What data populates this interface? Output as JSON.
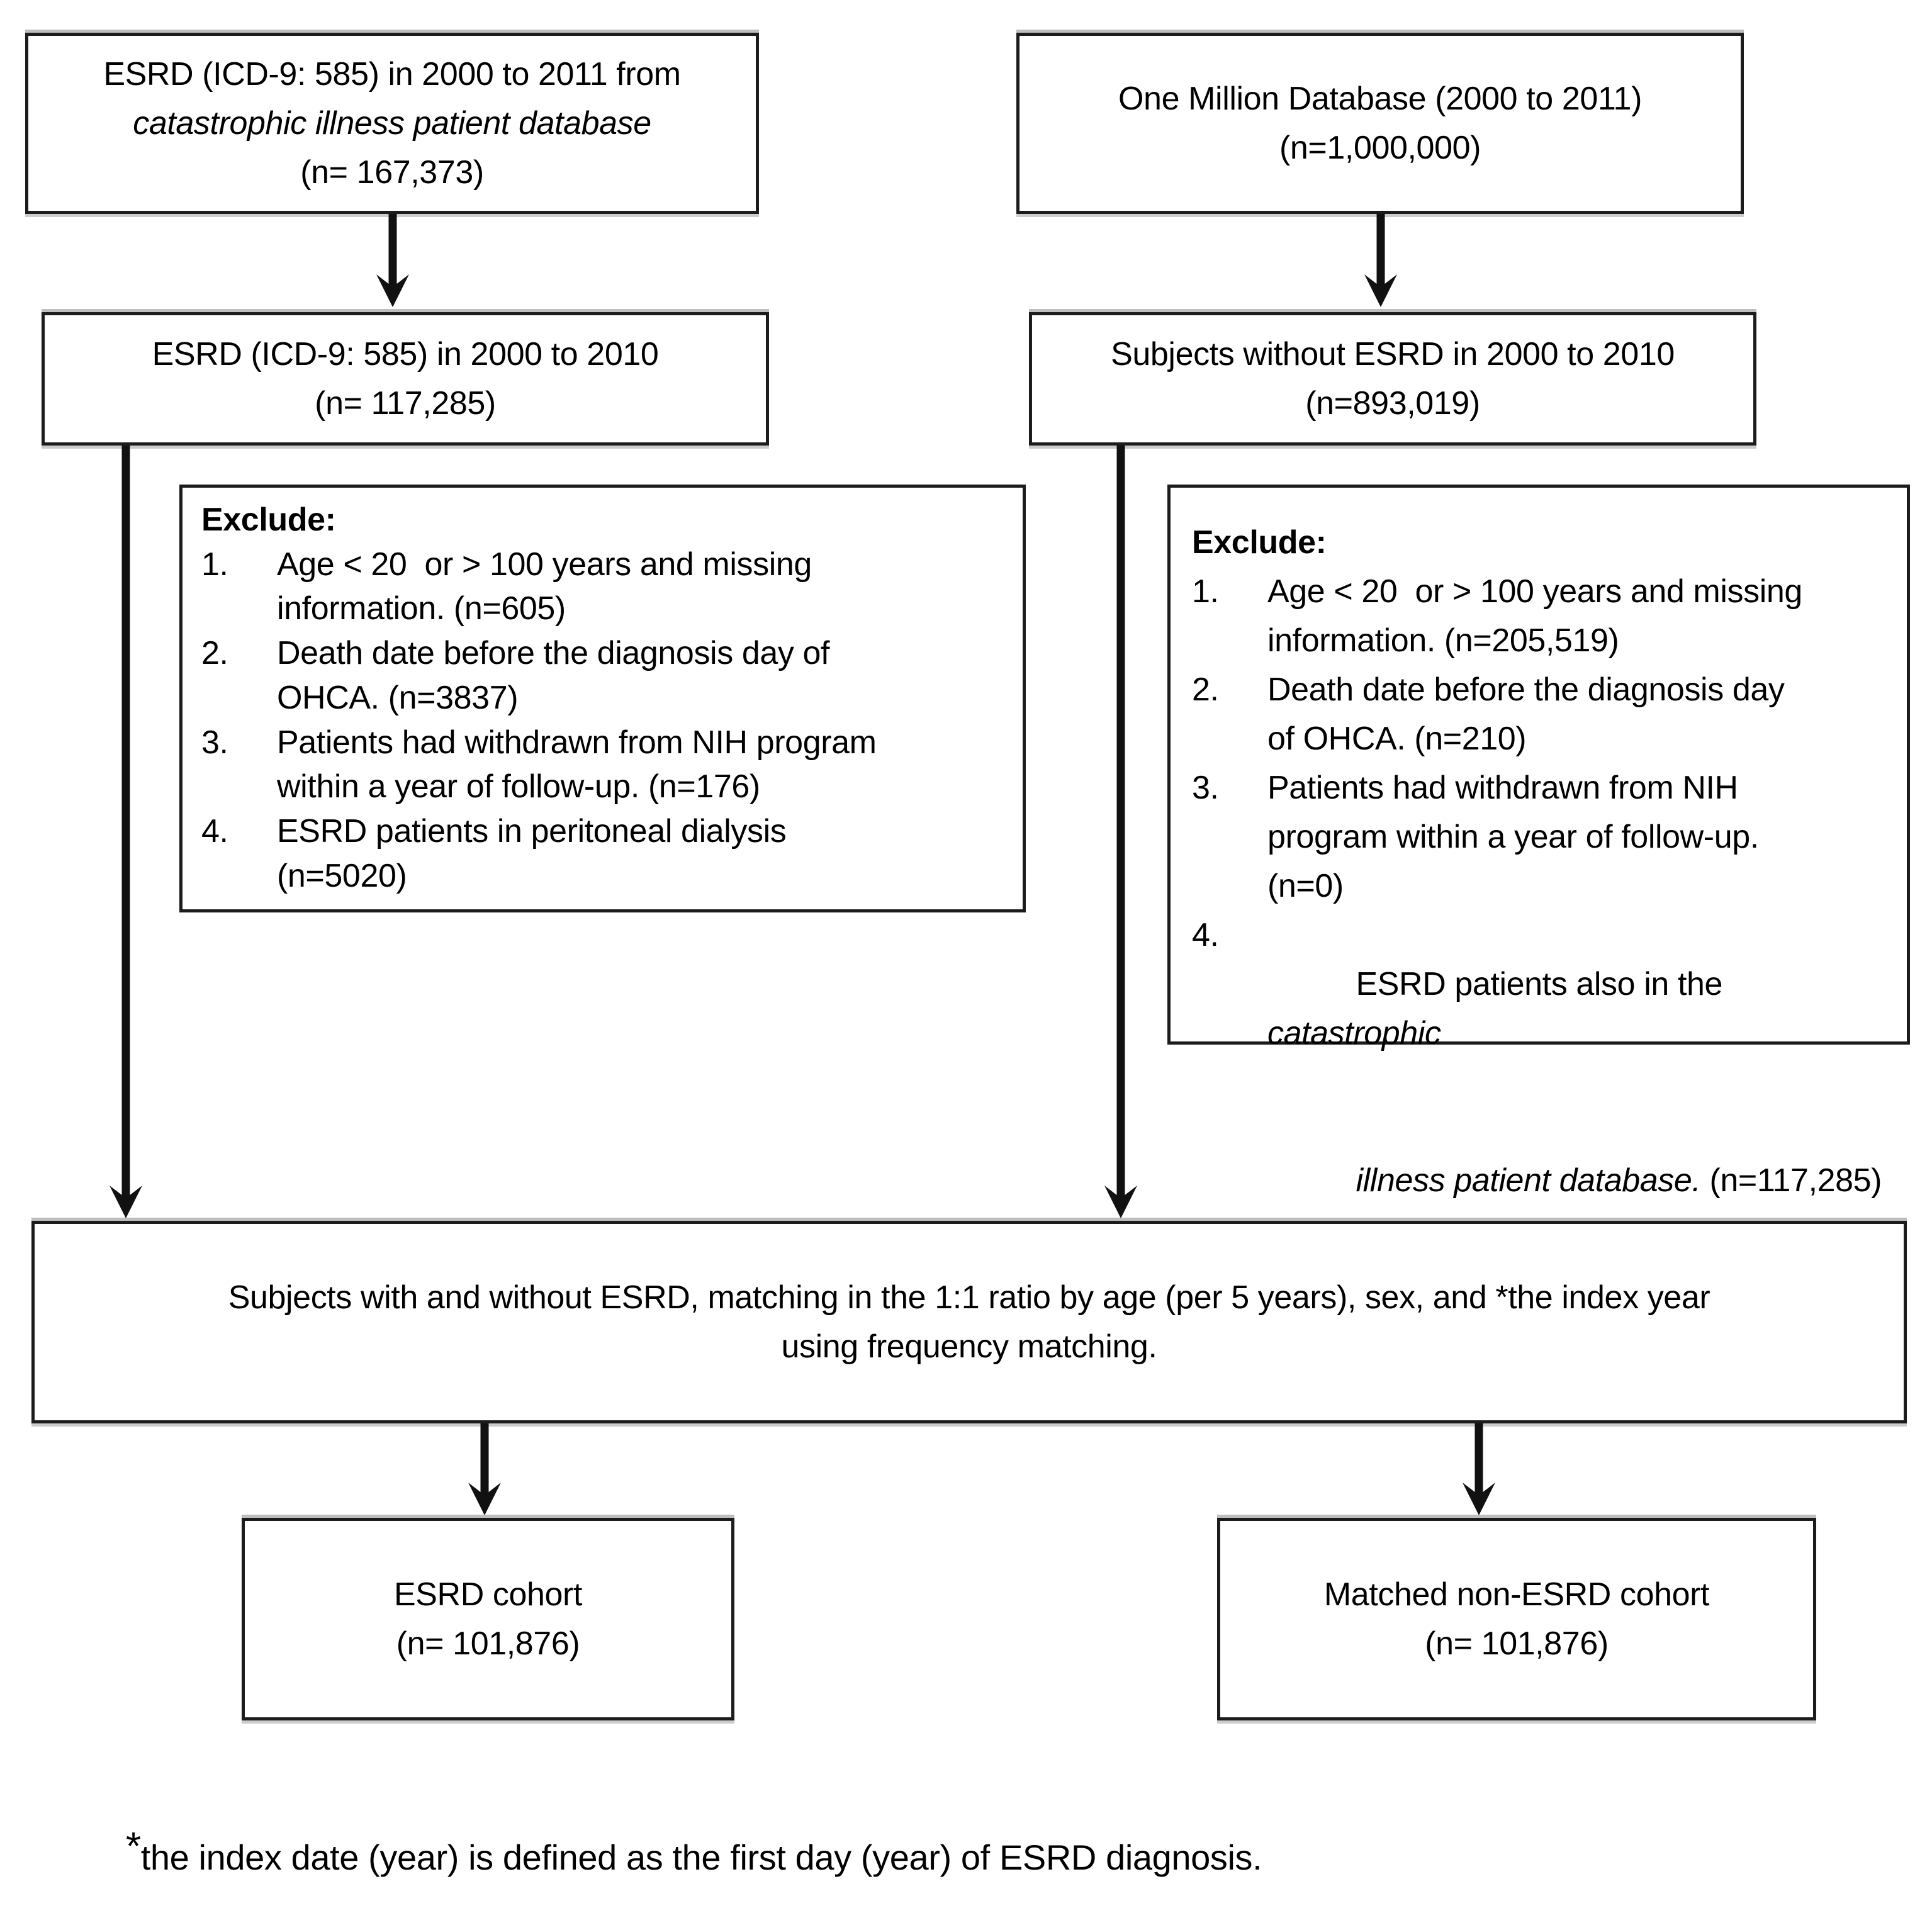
{
  "colors": {
    "background": "#ffffff",
    "text": "#000000",
    "border": "#1c1c1c"
  },
  "icons": {
    "flow_arrow": "arrow-down"
  },
  "boxes": {
    "source_esrd": {
      "line1": "ESRD (ICD-9: 585) in 2000 to 2011 from",
      "line2_italic": "catastrophic illness patient database",
      "line3": "(n= 167,373)"
    },
    "one_million": {
      "line1": "One Million Database (2000 to 2011)",
      "line2": "(n=1,000,000)"
    },
    "esrd_2000_2010": {
      "line1": "ESRD (ICD-9: 585) in 2000 to 2010",
      "line2": "(n= 117,285)"
    },
    "subjects_without_esrd": {
      "line1": "Subjects without ESRD in 2000 to 2010",
      "line2": "(n=893,019)"
    },
    "matching": {
      "line1": "Subjects with and without ESRD, matching in the 1:1 ratio by age (per 5 years), sex, and *the index year",
      "line2": "using frequency matching."
    },
    "esrd_cohort": {
      "line1": "ESRD cohort",
      "line2": "(n= 101,876)"
    },
    "matched_cohort": {
      "line1": "Matched non-ESRD cohort",
      "line2": "(n= 101,876)"
    }
  },
  "exclude_left": {
    "heading": "Exclude:",
    "items": [
      {
        "num": "1.",
        "lines": [
          "Age < 20  or > 100 years and missing",
          "information. (n=605)"
        ]
      },
      {
        "num": "2.",
        "lines": [
          "Death date before the diagnosis day of",
          "OHCA. (n=3837)"
        ]
      },
      {
        "num": "3.",
        "lines": [
          "Patients had withdrawn from NIH program",
          "within a year of follow-up. (n=176)"
        ]
      },
      {
        "num": "4.",
        "lines": [
          "ESRD patients in peritoneal dialysis",
          "(n=5020)"
        ]
      }
    ]
  },
  "exclude_right": {
    "heading": "Exclude:",
    "items": [
      {
        "num": "1.",
        "lines": [
          "Age < 20  or > 100 years and missing",
          "information. (n=205,519)"
        ]
      },
      {
        "num": "2.",
        "lines": [
          "Death date before the diagnosis day",
          "of OHCA. (n=210)"
        ]
      },
      {
        "num": "3.",
        "lines": [
          "Patients had withdrawn from NIH",
          "program within a year of follow-up.",
          "(n=0)"
        ]
      },
      {
        "num": "4.",
        "line1_plain": "ESRD patients also in the ",
        "line1_italic": "catastrophic",
        "line2_italic": "illness patient database.",
        "line2_plain": " (n=117,285)"
      }
    ]
  },
  "footnote": {
    "asterisk": "*",
    "text": "the index date (year) is defined as the first day (year) of ESRD diagnosis."
  }
}
